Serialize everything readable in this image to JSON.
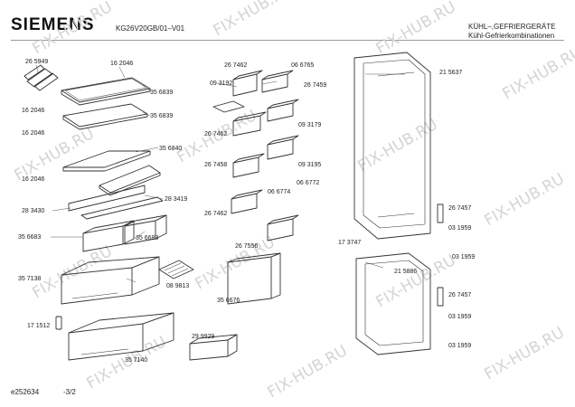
{
  "header": {
    "brand": "SIEMENS",
    "model": "KG26V20GB/01–V01",
    "category_line1": "KÜHL–,GEFRIERGERÄTE",
    "category_line2": "Kühl-Gefrierkombinationen"
  },
  "footer": {
    "doc_id": "e252634",
    "page": "-3/2"
  },
  "watermark": "FIX-HUB.RU",
  "part_numbers": [
    "26 5949",
    "16 2046",
    "35 6839",
    "16 2046",
    "35 6839",
    "16 2046",
    "35 6840",
    "16 2046",
    "28 3419",
    "28 3430",
    "35 6683",
    "35 6683",
    "35 7138",
    "08 9813",
    "17 1512",
    "35 7140",
    "29 9929",
    "35 6676",
    "26 7462",
    "06 6765",
    "09 3192",
    "26 7459",
    "09 3179",
    "26 7462",
    "26 7458",
    "09 3195",
    "06 6772",
    "06 6774",
    "26 7462",
    "26 7556",
    "21 5637",
    "26 7457",
    "03 1959",
    "17 3747",
    "03 1959",
    "21 5886",
    "26 7457",
    "03 1959",
    "03 1959"
  ]
}
